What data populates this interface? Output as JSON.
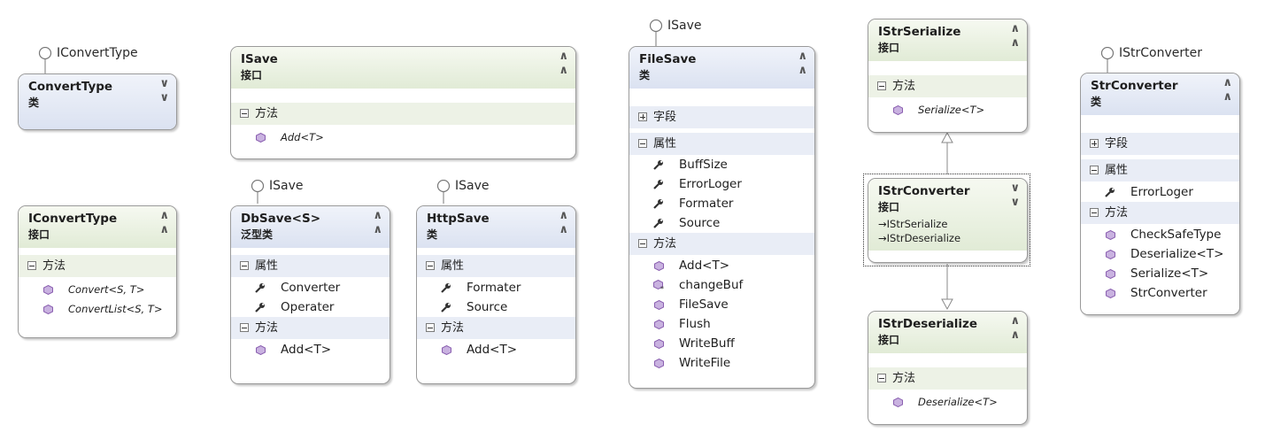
{
  "lollipops": {
    "converttype": "IConvertType",
    "filesave": "ISave",
    "dbsave": "ISave",
    "httpsave": "ISave",
    "strconverter": "IStrConverter"
  },
  "shapes": {
    "convert_type": {
      "name": "ConvertType",
      "kind": "类"
    },
    "iconverttype": {
      "name": "IConvertType",
      "kind": "接口",
      "methods_label": "方法",
      "methods": [
        "Convert<S, T>",
        "ConvertList<S, T>"
      ]
    },
    "isave": {
      "name": "ISave",
      "kind": "接口",
      "methods_label": "方法",
      "methods": [
        "Add<T>"
      ]
    },
    "dbsave": {
      "name": "DbSave<S>",
      "kind": "泛型类",
      "props_label": "属性",
      "props": [
        "Converter",
        "Operater"
      ],
      "methods_label": "方法",
      "methods": [
        "Add<T>"
      ]
    },
    "httpsave": {
      "name": "HttpSave",
      "kind": "类",
      "props_label": "属性",
      "props": [
        "Formater",
        "Source"
      ],
      "methods_label": "方法",
      "methods": [
        "Add<T>"
      ]
    },
    "filesave": {
      "name": "FileSave",
      "kind": "类",
      "fields_label": "字段",
      "props_label": "属性",
      "props": [
        "BuffSize",
        "ErrorLoger",
        "Formater",
        "Source"
      ],
      "methods_label": "方法",
      "methods": [
        "Add<T>",
        "changeBuf",
        "FileSave",
        "Flush",
        "WriteBuff",
        "WriteFile"
      ]
    },
    "istrserialize": {
      "name": "IStrSerialize",
      "kind": "接口",
      "methods_label": "方法",
      "methods": [
        "Serialize<T>"
      ]
    },
    "istrconverter": {
      "name": "IStrConverter",
      "kind": "接口",
      "implements": [
        "IStrSerialize",
        "IStrDeserialize"
      ]
    },
    "istrdeserialize": {
      "name": "IStrDeserialize",
      "kind": "接口",
      "methods_label": "方法",
      "methods": [
        "Deserialize<T>"
      ]
    },
    "strconverter": {
      "name": "StrConverter",
      "kind": "类",
      "fields_label": "字段",
      "props_label": "属性",
      "props": [
        "ErrorLoger"
      ],
      "methods_label": "方法",
      "methods": [
        "CheckSafeType",
        "Deserialize<T>",
        "Serialize<T>",
        "StrConverter"
      ]
    }
  },
  "colors": {
    "class_header": "#dbe2f1",
    "interface_header": "#e1ebd6",
    "method_icon": "#8a5fb0",
    "border": "#9a9a9a"
  }
}
